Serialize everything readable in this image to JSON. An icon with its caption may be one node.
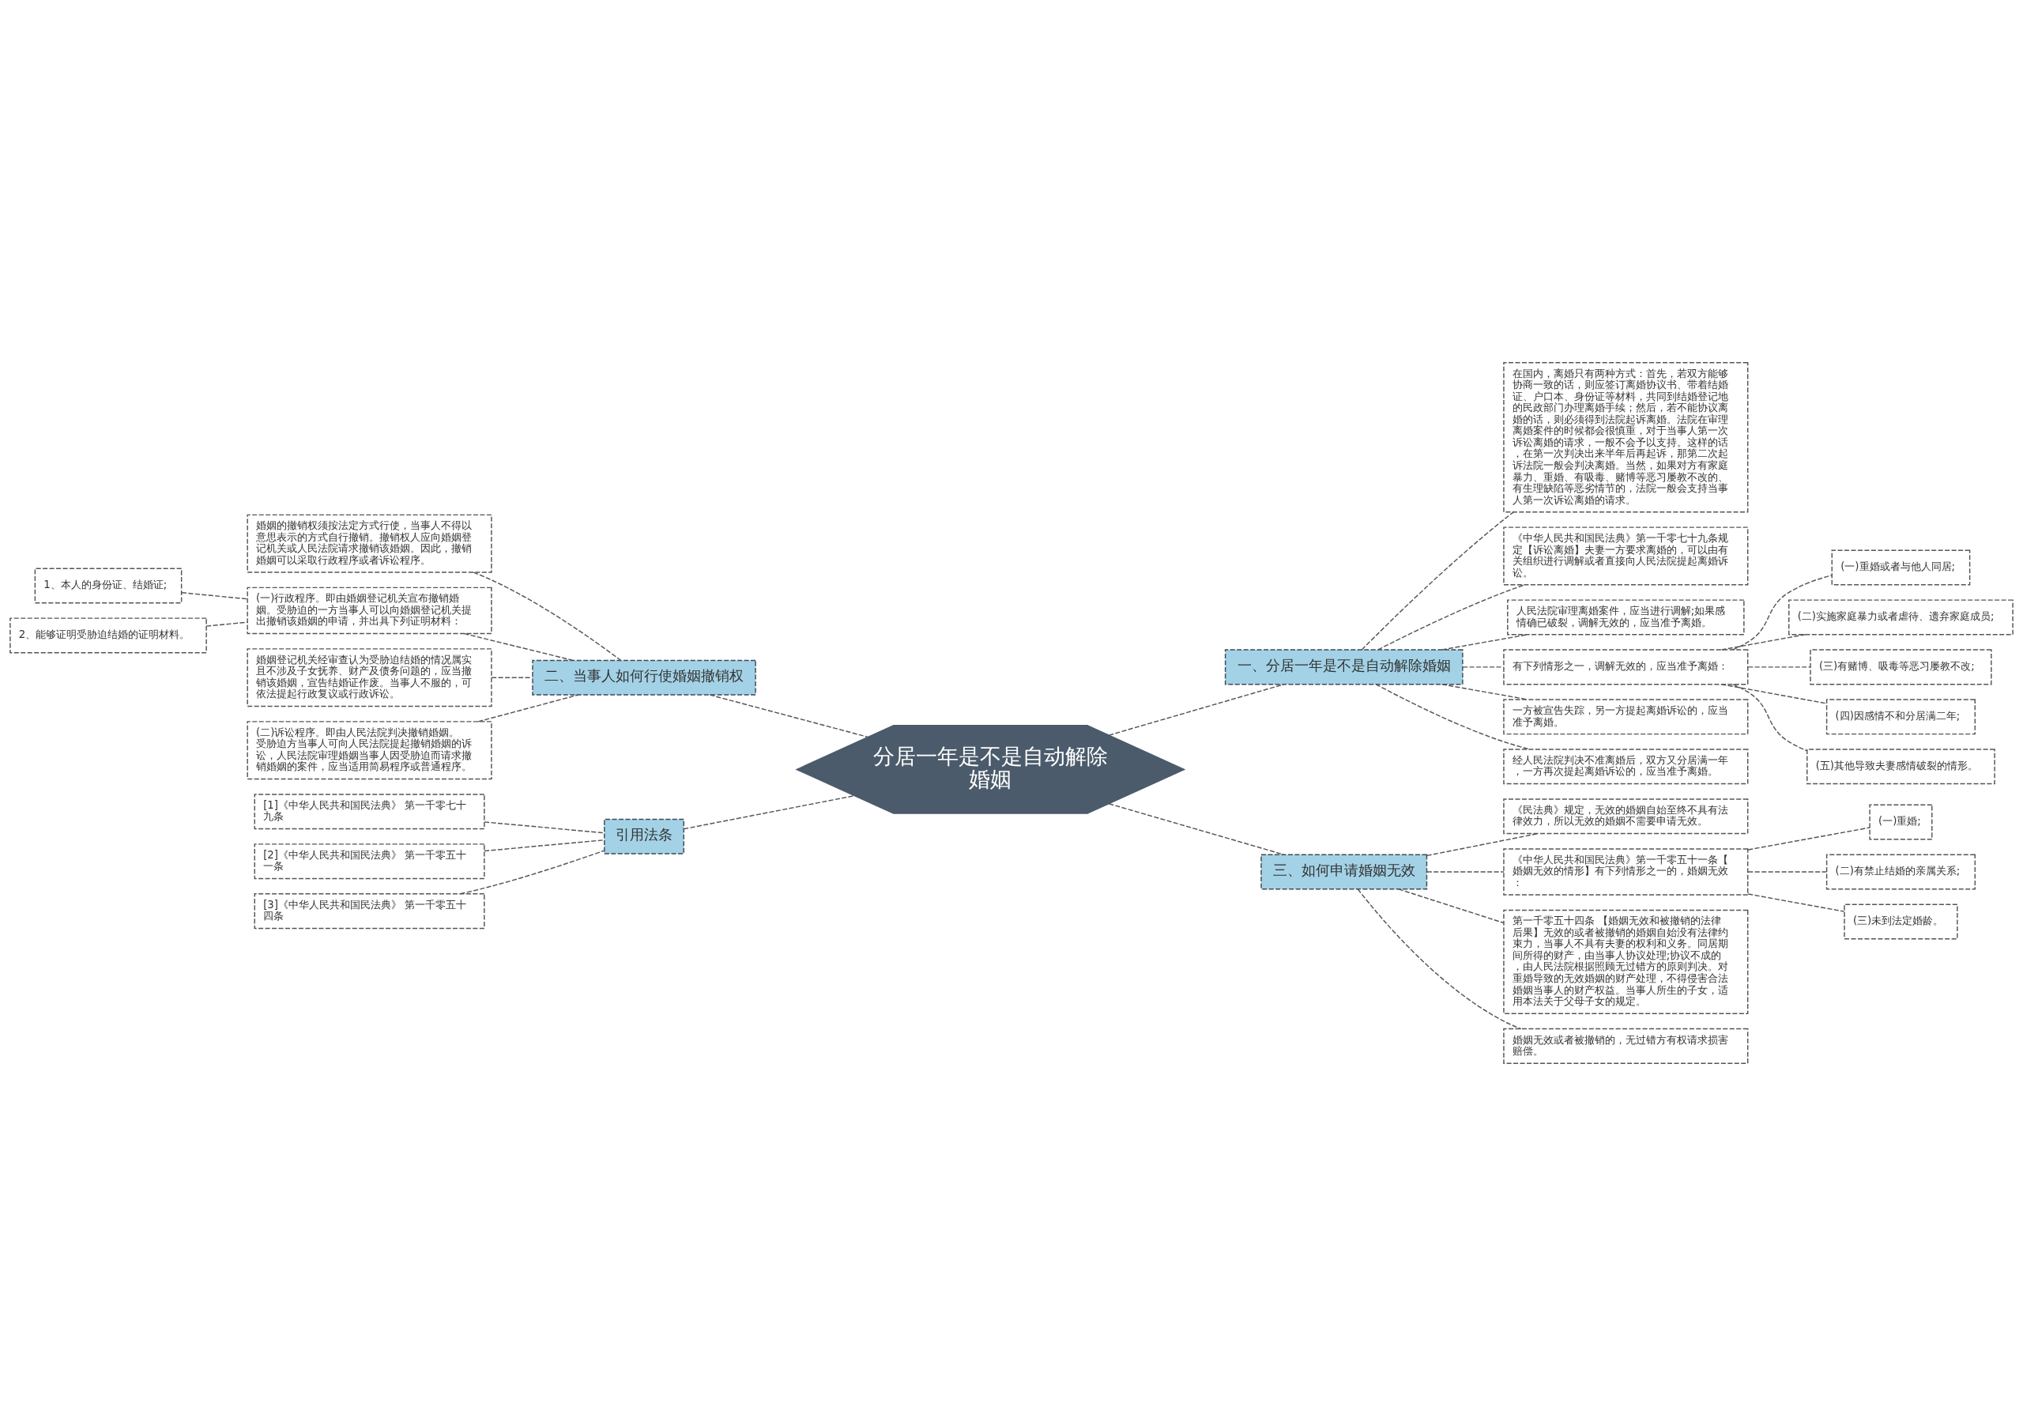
{
  "diagram": {
    "nodes": [
      {
        "text": [
          "分居一年是不是自动解除婚姻"
        ]
      },
      {
        "text": [
          "一、分居一年是不是自动解除婚姻"
        ]
      },
      {
        "text": [
          "在国内，离婚只有两种方式：首先，若双方能够协商一致的话，则应签订离婚协议书、带着结婚证、户口本、身份证等材料，共同到结婚登记地的民政部门办理离婚手续；然后，若不能协议离婚的话，则必须得到法院起诉离婚。法院在审理离婚案件的时候都会很慎重，对于当事人第一次诉讼离婚的请求，一般不会予以支持。这样的话，在第一次判决出来半年后再起诉，那第二次起诉法院一般会判决离婚。当然，如果对方有家庭暴力、重婚、有吸毒、赌博等恶习屡教不改的、有生理缺陷等恶劣情节的，法院一般会支持当事人第一次诉讼离婚的请求。"
        ]
      },
      {
        "text": [
          "《中华人民共和国民法典》第一千零七十九条规定【诉讼离婚】夫妻一方要求离婚的，可以由有关组织进行调解或者直接向人民法院提起离婚诉讼。"
        ]
      },
      {
        "text": [
          "人民法院审理离婚案件，应当进行调解;如果感情确已破裂，调解无效的，应当准予离婚。"
        ]
      },
      {
        "text": [
          "有下列情形之一，调解无效的，应当准予离婚："
        ]
      },
      {
        "text": [
          "(一)重婚或者与他人同居;"
        ]
      },
      {
        "text": [
          "(二)实施家庭暴力或者虐待、遗弃家庭成员;"
        ]
      },
      {
        "text": [
          "(三)有赌博、吸毒等恶习屡教不改;"
        ]
      },
      {
        "text": [
          "(四)因感情不和分居满二年;"
        ]
      },
      {
        "text": [
          "(五)其他导致夫妻感情破裂的情形。"
        ]
      },
      {
        "text": [
          "一方被宣告失踪，另一方提起离婚诉讼的，应当准予离婚。"
        ]
      },
      {
        "text": [
          "经人民法院判决不准离婚后，双方又分居满一年，一方再次提起离婚诉讼的，应当准予离婚。"
        ]
      },
      {
        "text": [
          "二、当事人如何行使婚姻撤销权"
        ]
      },
      {
        "text": [
          "婚姻的撤销权须按法定方式行使，当事人不得以意思表示的方式自行撤销。撤销权人应向婚姻登记机关或人民法院请求撤销该婚姻。因此，撤销婚姻可以采取行政程序或者诉讼程序。"
        ]
      },
      {
        "text": [
          "(一)行政程序。即由婚姻登记机关宣布撤销婚姻。受胁迫的一方当事人可以向婚姻登记机关提出撤销该婚姻的申请，并出具下列证明材料："
        ]
      },
      {
        "text": [
          "1、本人的身份证、结婚证;"
        ]
      },
      {
        "text": [
          "2、能够证明受胁迫结婚的证明材料。"
        ]
      },
      {
        "text": [
          "婚姻登记机关经审查认为受胁迫结婚的情况属实且不涉及子女抚养、财产及债务问题的，应当撤销该婚姻，宣告结婚证作废。当事人不服的，可依法提起行政复议或行政诉讼。"
        ]
      },
      {
        "text": [
          "(二)诉讼程序。即由人民法院判决撤销婚姻。受胁迫方当事人可向人民法院提起撤销婚姻的诉讼，人民法院审理婚姻当事人因受胁迫而请求撤销婚姻的案件，应当适用简易程序或普通程序。"
        ]
      },
      {
        "text": [
          "三、如何申请婚姻无效"
        ]
      },
      {
        "text": [
          "《民法典》规定，无效的婚姻自始至终不具有法律效力，所以无效的婚姻不需要申请无效。"
        ]
      },
      {
        "text": [
          "《中华人民共和国民法典》第一千零五十一条【婚姻无效的情形】有下列情形之一的，婚姻无效："
        ]
      },
      {
        "text": [
          "(一)重婚;"
        ]
      },
      {
        "text": [
          "(二)有禁止结婚的亲属关系;"
        ]
      },
      {
        "text": [
          "(三)未到法定婚龄。"
        ]
      },
      {
        "text": [
          "第一千零五十四条 【婚姻无效和被撤销的法律后果】无效的或者被撤销的婚姻自始没有法律约束力，当事人不具有夫妻的权利和义务。同居期间所得的财产，由当事人协议处理;协议不成的，由人民法院根据照顾无过错方的原则判决。对重婚导致的无效婚姻的财产处理，不得侵害合法婚姻当事人的财产权益。当事人所生的子女，适用本法关于父母子女的规定。"
        ]
      },
      {
        "text": [
          "婚姻无效或者被撤销的，无过错方有权请求损害赔偿。"
        ]
      },
      {
        "text": [
          "引用法条"
        ]
      },
      {
        "text": [
          "[1]《中华人民共和国民法典》 第一千零七十九条"
        ]
      },
      {
        "text": [
          "[2]《中华人民共和国民法典》 第一千零五十一条"
        ]
      },
      {
        "text": [
          "[3]《中华人民共和国民法典》 第一千零五十四条"
        ]
      }
    ],
    "edges": [
      {
        "from": 0,
        "to": 1,
        "arrow": "none"
      },
      {
        "from": 1,
        "to": 2,
        "arrow": "none"
      },
      {
        "from": 1,
        "to": 3,
        "arrow": "none"
      },
      {
        "from": 1,
        "to": 4,
        "arrow": "none"
      },
      {
        "from": 1,
        "to": 5,
        "arrow": "none"
      },
      {
        "from": 5,
        "to": 6,
        "arrow": "none"
      },
      {
        "from": 5,
        "to": 7,
        "arrow": "none"
      },
      {
        "from": 5,
        "to": 8,
        "arrow": "none"
      },
      {
        "from": 5,
        "to": 9,
        "arrow": "none"
      },
      {
        "from": 5,
        "to": 10,
        "arrow": "none"
      },
      {
        "from": 1,
        "to": 11,
        "arrow": "none"
      },
      {
        "from": 1,
        "to": 12,
        "arrow": "none"
      },
      {
        "from": 13,
        "to": 0,
        "arrow": "none"
      },
      {
        "from": 14,
        "to": 13,
        "arrow": "none"
      },
      {
        "from": 15,
        "to": 13,
        "arrow": "none"
      },
      {
        "from": 16,
        "to": 15,
        "arrow": "none"
      },
      {
        "from": 17,
        "to": 15,
        "arrow": "none"
      },
      {
        "from": 18,
        "to": 13,
        "arrow": "none"
      },
      {
        "from": 19,
        "to": 13,
        "arrow": "none"
      },
      {
        "from": 0,
        "to": 20,
        "arrow": "none"
      },
      {
        "from": 20,
        "to": 21,
        "arrow": "none"
      },
      {
        "from": 20,
        "to": 22,
        "arrow": "none"
      },
      {
        "from": 22,
        "to": 23,
        "arrow": "none"
      },
      {
        "from": 22,
        "to": 24,
        "arrow": "none"
      },
      {
        "from": 22,
        "to": 25,
        "arrow": "none"
      },
      {
        "from": 20,
        "to": 26,
        "arrow": "none"
      },
      {
        "from": 20,
        "to": 27,
        "arrow": "none"
      },
      {
        "from": 28,
        "to": 0,
        "arrow": "none"
      },
      {
        "from": 29,
        "to": 28,
        "arrow": "none"
      },
      {
        "from": 30,
        "to": 28,
        "arrow": "none"
      },
      {
        "from": 31,
        "to": 28,
        "arrow": "none"
      }
    ]
  }
}
